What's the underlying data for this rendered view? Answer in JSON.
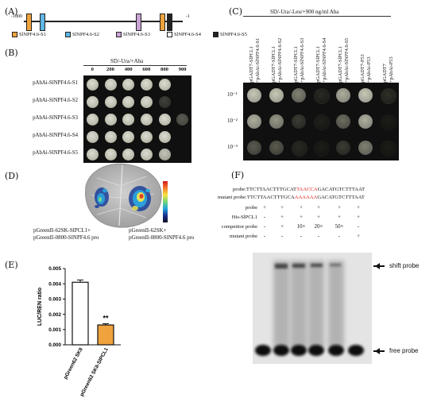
{
  "panelA": {
    "label": "(A)",
    "start": "-1800",
    "end": "-1",
    "boxes": [
      {
        "name": "SlNPF4.6-S1",
        "color": "#f0a23c",
        "pos": 0.015
      },
      {
        "name": "SlNPF4.6-S2",
        "color": "#5fb6e3",
        "pos": 0.1
      },
      {
        "name": "SlNPF4.6-S3",
        "color": "#c9a3d6",
        "pos": 0.705
      },
      {
        "name": "SlNPF4.6-S4",
        "color": "#f0a23c",
        "pos": 0.855
      },
      {
        "name": "SlNPF4.6-S5",
        "color": "#222222",
        "pos": 0.9
      }
    ],
    "legend": [
      {
        "name": "SlNPF4.6-S1",
        "color": "#f0a23c"
      },
      {
        "name": "SlNPF4.6-S2",
        "color": "#5fb6e3"
      },
      {
        "name": "SlNPF4.6-S3",
        "color": "#c9a3d6"
      },
      {
        "name": "SlNPF4.6-S4",
        "color": "#ffffff"
      },
      {
        "name": "SlNPF4.6-S5",
        "color": "#222222"
      }
    ]
  },
  "panelB": {
    "label": "(B)",
    "title": "SD/-Ura/+Aba",
    "conc": [
      "0",
      "200",
      "400",
      "600",
      "800",
      "900"
    ],
    "rows": [
      "pAbAi-SlNPF4.6-S1",
      "pAbAi-SlNPF4.6-S2",
      "pAbAi-SlNPF4.6-S3",
      "pAbAi-SlNPF4.6-S4",
      "pAbAi-SlNPF4.6-S5"
    ],
    "growth": [
      [
        1,
        1,
        1,
        1,
        1,
        0
      ],
      [
        1,
        1,
        1,
        1,
        0.15,
        0
      ],
      [
        1,
        1,
        1,
        1,
        1,
        0.35
      ],
      [
        1,
        1,
        1,
        1,
        1,
        0
      ],
      [
        1,
        1,
        1,
        1,
        0.9,
        0
      ]
    ]
  },
  "panelC": {
    "label": "(C)",
    "title": "SD/-Ura/-Leu/+900 ng/ml Aba",
    "columns": [
      [
        "pGADT7-SlPCL1",
        "+pAbAi-SlNPF4.6-S1"
      ],
      [
        "pGADT7-SlPCL1",
        "+pAbAi-SlNPF4.6-S2"
      ],
      [
        "pGADT7-SlPCL1",
        "+pAbAi-SlNPF4.6-S3"
      ],
      [
        "pGADT7-SlPCL1",
        "+pAbAi-SlNPF4.6-S4"
      ],
      [
        "pGADT7-SlPCL1",
        "+pAbAi-SlNPF4.6-S5"
      ],
      [
        "pGADT7-P53",
        "+pAbAi-P53"
      ],
      [
        "pGADT7",
        "+pAbAi-P53"
      ]
    ],
    "dilutions": [
      "10⁻¹",
      "10⁻²",
      "10⁻³"
    ],
    "growth": [
      [
        1,
        1,
        0.7,
        0.15,
        0.9,
        1,
        0.2
      ],
      [
        0.9,
        0.8,
        0.3,
        0.05,
        0.6,
        0.9,
        0
      ],
      [
        0.5,
        0.5,
        0.15,
        0,
        0.3,
        0.7,
        0
      ]
    ]
  },
  "panelD": {
    "label": "(D)",
    "left_line1": "pGreenII-62SK-SlPCL1+",
    "left_line2": "pGreenII-0800-SlNPF4.6 pro",
    "right_line1": "pGreenII-62SK+",
    "right_line2": "pGreenII-0800-SlNPF4.6 pro"
  },
  "panelE": {
    "label": "(E)",
    "significance": "**",
    "chart_data": {
      "type": "bar",
      "categories": [
        "pGreen62 SKII",
        "pGreen62 SKII-SlPCL1"
      ],
      "values": [
        0.0041,
        0.0013
      ],
      "errors": [
        0.00015,
        8e-05
      ],
      "ylabel": "LUC/REN ratio",
      "ylim": [
        0,
        0.005
      ],
      "yticks": [
        "0.000",
        "0.001",
        "0.002",
        "0.003",
        "0.004",
        "0.005"
      ],
      "fills": [
        "#ffffff",
        "#f0a23c"
      ]
    }
  },
  "panelF": {
    "label": "(F)",
    "probe_label": "probe:",
    "probe_seq_a": "TTCTTAACTTTGCAT",
    "probe_seq_hl": "TAACCA",
    "probe_seq_b": "GACATGTCTTTAAT",
    "mutant_label": "mutant probe:",
    "mutant_seq_a": "TTCTTAACTTTGCA",
    "mutant_seq_hl": "AAAAAA",
    "mutant_seq_b": "GACATGTCTTTAAT",
    "highlight_color": "#e02020",
    "rows": [
      {
        "name": "probe",
        "values": [
          "+",
          "+",
          "+",
          "+",
          "+",
          "+"
        ]
      },
      {
        "name": "His-SlPCL1",
        "values": [
          "-",
          "+",
          "+",
          "+",
          "+",
          "+"
        ]
      },
      {
        "name": "competitor probe",
        "values": [
          "-",
          "+",
          "10×",
          "20×",
          "50×",
          "-"
        ]
      },
      {
        "name": "mutant probe",
        "values": [
          "-",
          "-",
          "-",
          "-",
          "-",
          "+"
        ]
      }
    ],
    "shift_label": "shift probe",
    "free_label": "free probe"
  }
}
